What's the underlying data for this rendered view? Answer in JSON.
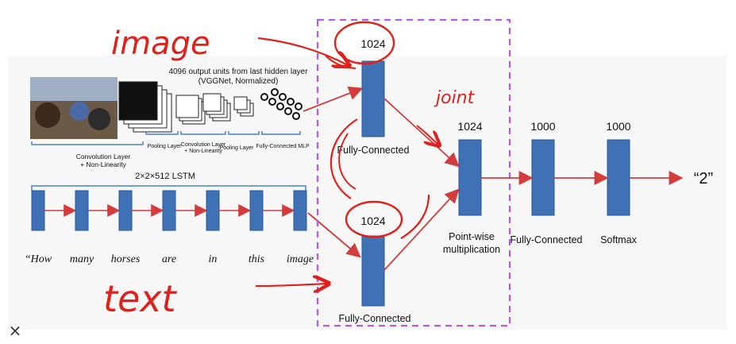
{
  "annotations": {
    "image": "image",
    "text": "text",
    "joint": "joint"
  },
  "cnn": {
    "top_caption_line1": "4096 output  units from last hidden layer",
    "top_caption_line2": "(VGGNet, Normalized)",
    "layers": {
      "conv1_line1": "Convolution Layer",
      "conv1_line2": "+ Non-Linearity",
      "pool1": "Pooling Layer",
      "conv2_line1": "Convolution Layer",
      "conv2_line2": "+ Non-Linearity",
      "pool2": "Pooling",
      "pool2b": "Layer",
      "mlp": "Fully-Connected MLP"
    }
  },
  "lstm": {
    "title": "2×2×512 LSTM",
    "words": [
      "“How",
      "many",
      "horses",
      "are",
      "in",
      "this",
      "image"
    ]
  },
  "network": {
    "fc_image_size": "1024",
    "fc_text_size": "1024",
    "joint_size": "1024",
    "fc2_size": "1000",
    "softmax_size": "1000",
    "fc_image_label": "Fully-Connected",
    "fc_text_label": "Fully-Connected",
    "pointwise_line1": "Point-wise",
    "pointwise_line2": "multiplication",
    "fc2_label": "Fully-Connected",
    "softmax_label": "Softmax",
    "output": "“2”"
  },
  "close_icon": "×",
  "colors": {
    "block": "#3f72b5",
    "arrow": "#d23c3c",
    "ink": "#e0201b",
    "dashed_box": "#b35ce0",
    "bracket": "#4a82c8"
  }
}
